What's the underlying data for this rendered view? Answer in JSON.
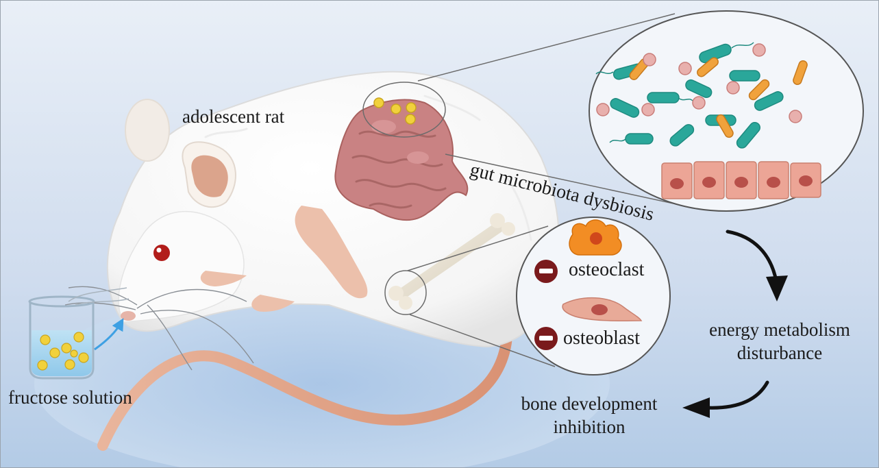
{
  "labels": {
    "rat": "adolescent rat",
    "fructose": "fructose solution",
    "gut": "gut microbiota dysbiosis",
    "energy": [
      "energy metabolism",
      "disturbance"
    ],
    "bone": [
      "bone development",
      "inhibition"
    ],
    "osteoclast": "osteoclast",
    "osteoblast": "osteoblast"
  },
  "icons": {
    "decrease": "minus-badge-icon",
    "flow": "curved-arrow-icon"
  },
  "colors": {
    "background_top": "#e6edf6",
    "background_bottom": "#b2cbe7",
    "rat_body": "#ffffff",
    "gut": "#c98283",
    "fructose": "#f1d13c",
    "bacteria_rod": "#2aa79a",
    "bacteria_orange": "#f0a23c",
    "osteoclast": "#f28d24",
    "osteoblast": "#e8aa98",
    "minus_badge": "#7a1a1c",
    "arrow": "#111111"
  }
}
